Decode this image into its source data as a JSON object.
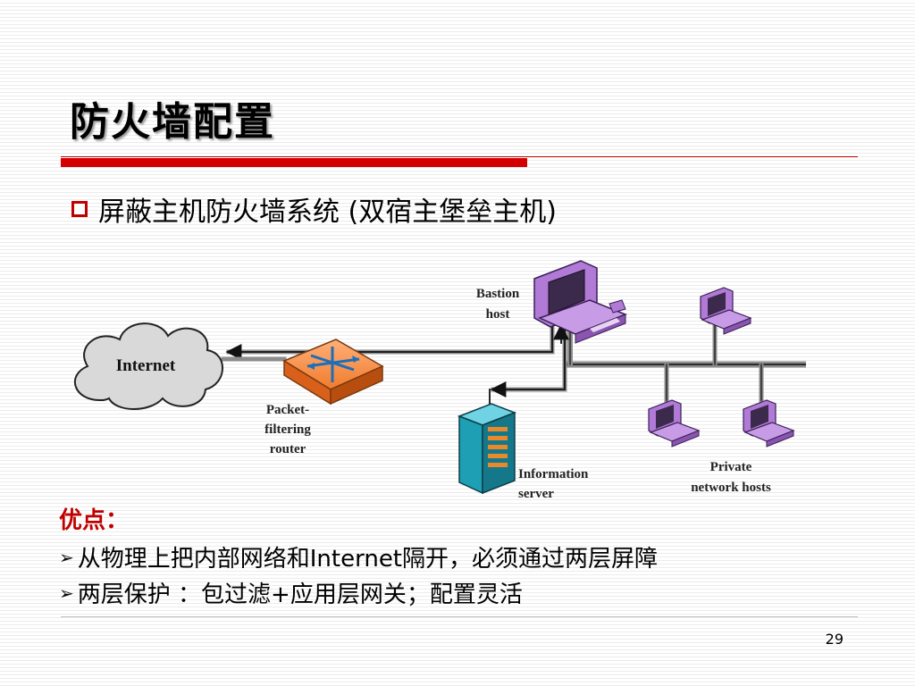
{
  "slide": {
    "title": "防火墙配置",
    "bullet": "屏蔽主机防火墙系统 (双宿主堡垒主机)",
    "page_number": "29"
  },
  "diagram": {
    "internet_label": "Internet",
    "router_label": [
      "Packet-",
      "filtering",
      "router"
    ],
    "bastion_label": [
      "Bastion",
      "host"
    ],
    "info_server_label": [
      "Information",
      "server"
    ],
    "private_label": [
      "Private",
      "network hosts"
    ]
  },
  "advantages": {
    "title": "优点：",
    "items": [
      "从物理上把内部网络和Internet隔开，必须通过两层屏障",
      "两层保护 ：包过滤+应用层网关；配置灵活"
    ]
  },
  "colors": {
    "accent_red": "#c00000",
    "router_orange": "#f07b2c",
    "computer_purple": "#b07ad6",
    "server_teal": "#1f9fb3"
  }
}
